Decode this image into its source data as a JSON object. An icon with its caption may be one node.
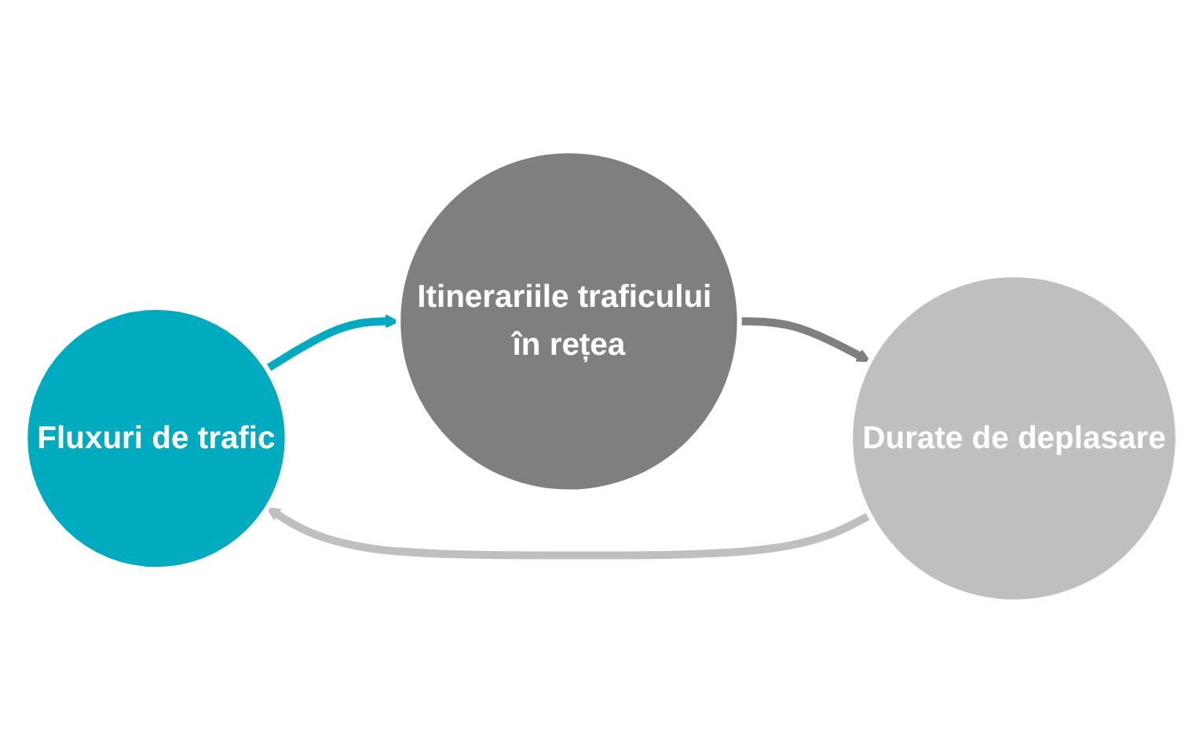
{
  "diagram": {
    "nodes": [
      {
        "text": [
          "Fluxuri de trafic"
        ]
      },
      {
        "text": [
          "Itinerariile traficului în rețea"
        ]
      },
      {
        "text": [
          "Durate de deplasare"
        ]
      }
    ],
    "edges": [
      {
        "from": 0,
        "to": 1,
        "arrow": "to",
        "color": "#00aabf"
      },
      {
        "from": 1,
        "to": 2,
        "arrow": "to",
        "color": "#7f7f7f"
      },
      {
        "from": 2,
        "to": 0,
        "arrow": "to",
        "color": "#bfbfbf"
      }
    ]
  }
}
